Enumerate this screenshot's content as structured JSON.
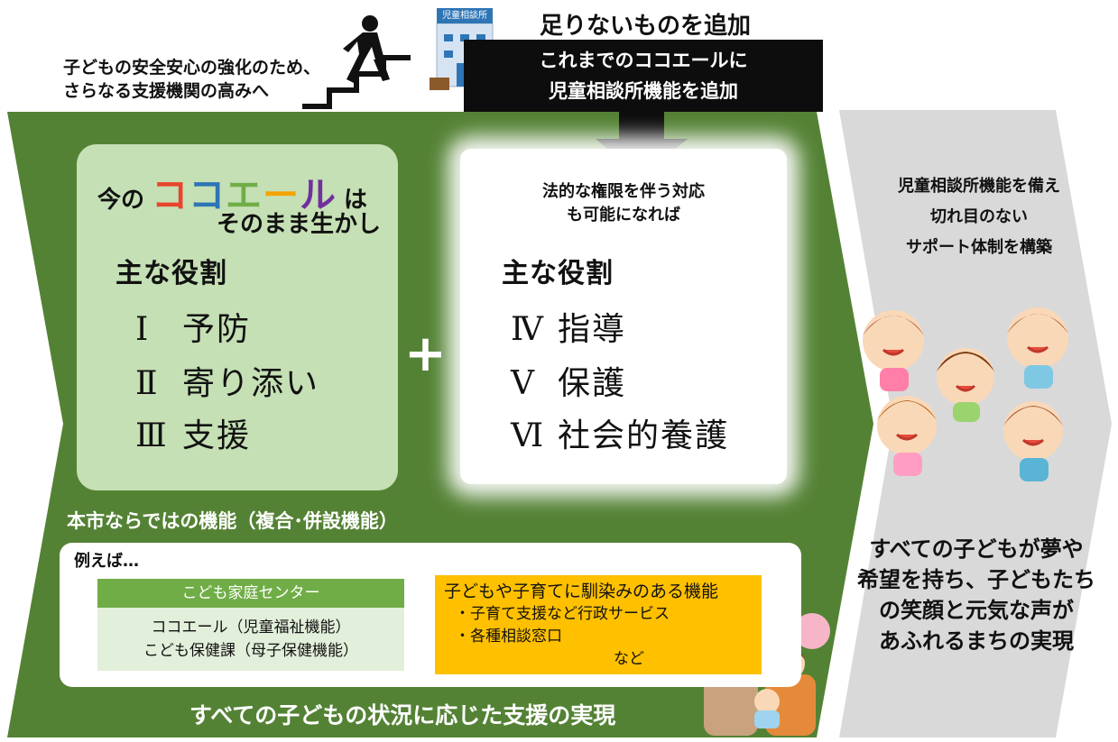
{
  "top": {
    "stairs_caption_line1": "子どもの安全安心の強化のため、",
    "stairs_caption_line2": "さらなる支援機関の高みへ",
    "building_sign": "児童相談所",
    "add_title": "足りないものを追加",
    "add_box_line1": "これまでのココエールに",
    "add_box_line2": "児童相談所機能を追加"
  },
  "left_box": {
    "prefix": "今の",
    "brand": [
      "コ",
      "コ",
      "エ",
      "ー",
      "ル"
    ],
    "brand_colors": [
      "#e8452c",
      "#2e75b6",
      "#70ad47",
      "#f4a300",
      "#7030a0"
    ],
    "suffix": "は",
    "line2": "そのまま生かし",
    "role_title": "主な役割",
    "roles": [
      {
        "num": "Ⅰ",
        "label": "予防"
      },
      {
        "num": "Ⅱ",
        "label": "寄り添い"
      },
      {
        "num": "Ⅲ",
        "label": "支援"
      }
    ]
  },
  "plus_sign": "+",
  "right_box": {
    "head_line1": "法的な権限を伴う対応",
    "head_line2": "も可能になれば",
    "role_title": "主な役割",
    "roles": [
      {
        "num": "Ⅳ",
        "label": "指導"
      },
      {
        "num": "Ⅴ",
        "label": "保護"
      },
      {
        "num": "Ⅵ",
        "label": "社会的養護"
      }
    ]
  },
  "functions": {
    "title": "本市ならではの機能（複合･併設機能）",
    "example_label": "例えば…",
    "center_title": "こども家庭センター",
    "center_line1": "ココエール（児童福祉機能）",
    "center_line2": "こども保健課（母子保健機能）",
    "orange_title": "子どもや子育てに馴染みのある機能",
    "orange_items": [
      "・子育て支援など行政サービス",
      "・各種相談窓口"
    ],
    "orange_nado": "など"
  },
  "bottom_title": "すべての子どもの状況に応じた支援の実現",
  "gray_arrow": {
    "head_lines": [
      "児童相談所機能を備え",
      "切れ目のない",
      "サポート体制を構築"
    ],
    "foot_lines": [
      "すべての子どもが夢や",
      "希望を持ち、子どもたち",
      "の笑顔と元気な声が",
      "あふれるまちの実現"
    ]
  },
  "colors": {
    "green_band": "#548235",
    "light_green": "#c5e0b4",
    "gray_arrow": "#d9d9d9",
    "orange": "#ffc000",
    "center_green": "#70ad47"
  }
}
